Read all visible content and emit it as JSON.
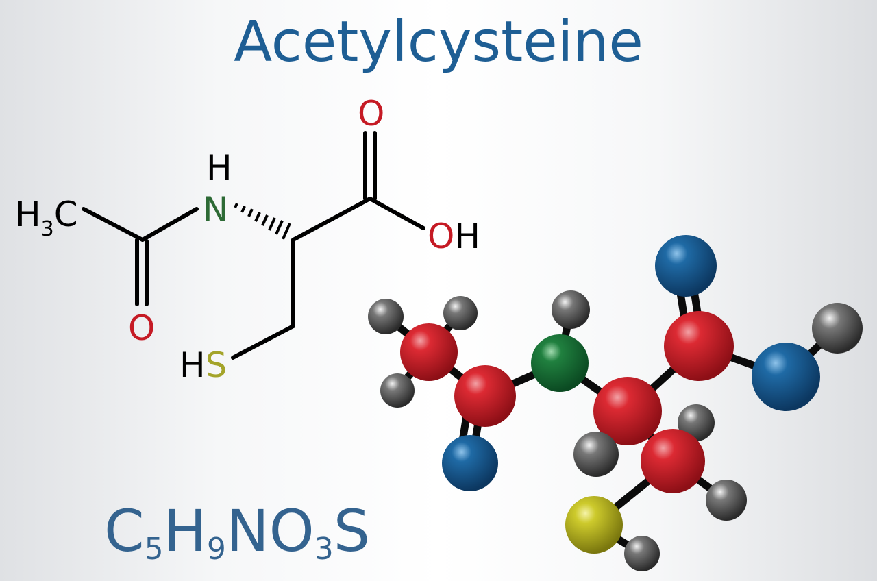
{
  "title": "Acetylcysteine",
  "formula": {
    "parts": [
      "C",
      "5",
      "H",
      "9",
      "NO",
      "3",
      "S"
    ]
  },
  "structure": {
    "methyl": {
      "main": "H",
      "sub": "3",
      "tail": "C"
    },
    "amide_h": "H",
    "nitrogen": "N",
    "carbonyl_o_top": "O",
    "hydroxyl": {
      "o": "O",
      "h": "H"
    },
    "carbonyl_o_bottom": "O",
    "thiol": {
      "h": "H",
      "s": "S"
    }
  },
  "colors": {
    "title": "#1e5e94",
    "formula": "#34638f",
    "bond": "#000000",
    "oxygen": "#c51a24",
    "nitrogen": "#2d6a35",
    "sulfur": "#a4a42a",
    "model_carbon": "#c8202b",
    "model_oxygen": "#1f5a8d",
    "model_nitrogen": "#1f7a3e",
    "model_sulfur": "#c9c52a",
    "model_hydrogen": "#5a5a5a"
  }
}
